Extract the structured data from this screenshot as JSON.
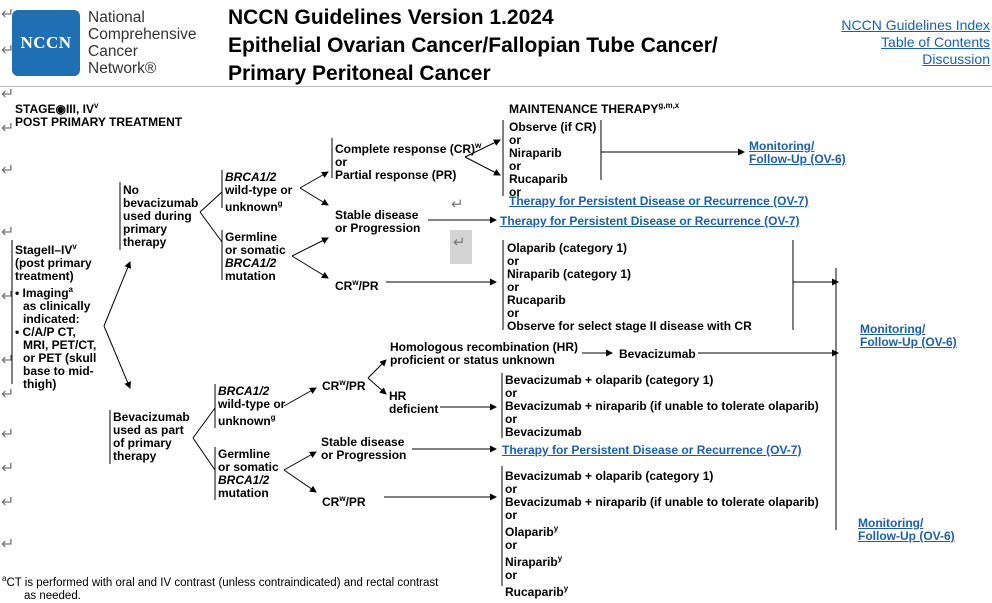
{
  "header": {
    "logo_text": "NCCN",
    "org_lines": [
      "National",
      "Comprehensive",
      "Cancer",
      "Network®"
    ],
    "title_lines": [
      "NCCN Guidelines Version 1.2024",
      "Epithelial Ovarian Cancer/Fallopian Tube Cancer/",
      "Primary Peritoneal Cancer"
    ],
    "links": [
      "NCCN Guidelines Index",
      "Table of Contents",
      "Discussion"
    ]
  },
  "section": {
    "stage_label": "STAGE",
    "stage_rest": "III, IV",
    "stage_sup": "v",
    "post": "POST PRIMARY TREATMENT",
    "maint": "MAINTENANCE THERAPY",
    "maint_sup": "g,m,x"
  },
  "root": {
    "l1": "StageII–IV",
    "l1_sup": "v",
    "l2": "(post primary",
    "l3": "treatment)",
    "l4": "• Imaging",
    "l4_sup": "a",
    "l5": "as clinically",
    "l6": "indicated:",
    "l7": "• C/A/P CT,",
    "l8": "MRI, PET/CT,",
    "l9": "or PET (skull",
    "l10": "base to mid-",
    "l11": "thigh)"
  },
  "nobev": [
    "No",
    "bevacizumab",
    "used during",
    "primary",
    "therapy"
  ],
  "bev": [
    "Bevacizumab",
    "used as part",
    "of primary",
    "therapy"
  ],
  "wt1": {
    "a": "BRCA1/2",
    "b": "wild-type or",
    "c": "unknown",
    "sup": "g"
  },
  "gs1": {
    "a": "Germline",
    "b": "or somatic",
    "c": "BRCA1/2",
    "d": "mutation"
  },
  "wt2": {
    "a": "BRCA1/2",
    "b": "wild-type or",
    "c": "unknown",
    "sup": "g"
  },
  "gs2": {
    "a": "Germline",
    "b": "or somatic",
    "c": "BRCA1/2",
    "d": "mutation"
  },
  "resp": {
    "cr": "Complete response (CR)",
    "cr_sup": "w",
    "or": "or",
    "pr": "Partial response (PR)"
  },
  "stable1": [
    "Stable disease",
    "or Progression"
  ],
  "crpr1": {
    "a": "CR",
    "sup": "w",
    "b": "/PR"
  },
  "opt1": [
    "Observe (if CR)",
    "or",
    "Niraparib",
    "or",
    "Rucaparib",
    "or"
  ],
  "opt1_link": "Therapy for Persistent Disease or Recurrence (OV-7)",
  "stable1_link": "Therapy for Persistent Disease or Recurrence (OV-7)",
  "opt2": [
    "Olaparib (category 1)",
    "or",
    "Niraparib (category 1)",
    "or",
    "Rucaparib",
    "or",
    "Observe for select stage II disease with CR"
  ],
  "mon1": [
    "Monitoring/",
    "Follow-Up (OV-6)"
  ],
  "mon2": [
    "Monitoring/",
    "Follow-Up (OV-6)"
  ],
  "mon3": [
    "Monitoring/",
    "Follow-Up (OV-6)"
  ],
  "hrprof": [
    "Homologous recombination (HR)",
    "proficient or status unknown"
  ],
  "bevac": "Bevacizumab",
  "crpr2": {
    "a": "CR",
    "sup": "w",
    "b": "/PR"
  },
  "hrdef": [
    "HR",
    "deficient"
  ],
  "opt3": [
    "Bevacizumab + olaparib (category 1)",
    "or",
    "Bevacizumab + niraparib (if unable to tolerate olaparib)",
    "or",
    "Bevacizumab"
  ],
  "stable2": [
    "Stable disease",
    "or Progression"
  ],
  "stable2_link": "Therapy for Persistent Disease or Recurrence (OV-7)",
  "crpr3": {
    "a": "CR",
    "sup": "w",
    "b": "/PR"
  },
  "opt4": [
    "Bevacizumab + olaparib (category 1)",
    "or",
    "Bevacizumab + niraparib (if unable to tolerate olaparib)",
    "or",
    "Olaparib",
    "or",
    "Niraparib",
    "or",
    "Rucaparib"
  ],
  "opt4_sups": [
    "y",
    "y",
    "y"
  ],
  "footnote": {
    "sup": "a",
    "text": "CT is performed with oral and IV contrast (unless contraindicated) and rectal contrast",
    "text2": "as needed."
  },
  "colors": {
    "brand": "#1f6fb5",
    "link": "#1f5fa8"
  }
}
